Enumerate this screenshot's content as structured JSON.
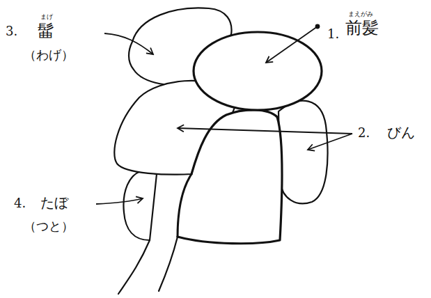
{
  "diagram": {
    "labels": [
      "3.",
      "まげ",
      "髷",
      "（わげ）",
      "1.",
      "まえがみ",
      "前髪",
      "2.",
      "びん",
      "4.",
      "たぼ",
      "（つと）"
    ]
  }
}
